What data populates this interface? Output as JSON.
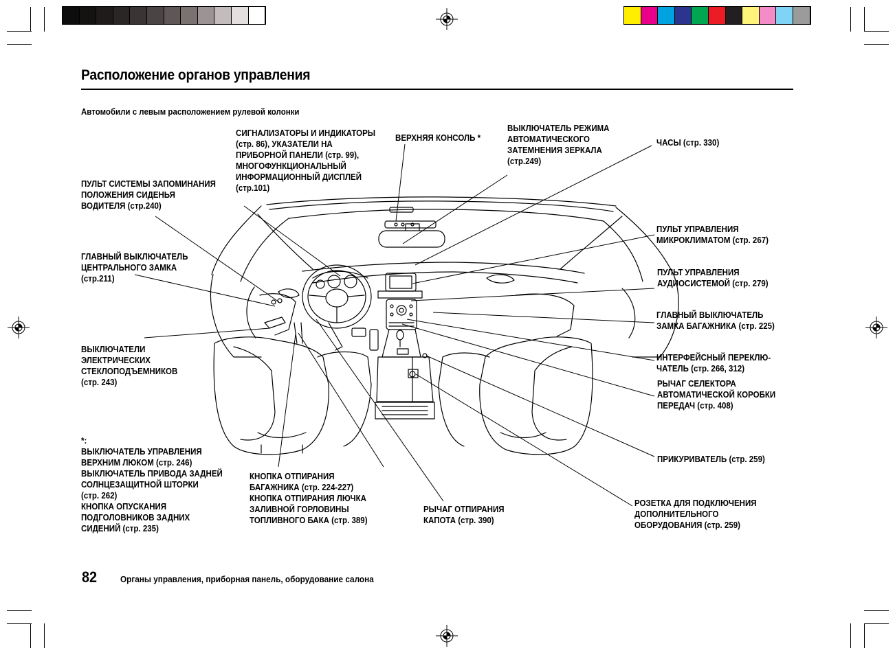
{
  "page": {
    "title": "Расположение органов управления",
    "subtitle": "Автомобили с левым расположением рулевой колонки",
    "page_number": "82",
    "footer": "Органы управления, приборная панель, оборудование салона"
  },
  "color_bars": {
    "grayscale": [
      "#0d0d0d",
      "#151212",
      "#1f1b1b",
      "#2b2626",
      "#3a3434",
      "#4b4444",
      "#5f5757",
      "#7a7171",
      "#9c9494",
      "#c2bcbc",
      "#e4dfdf",
      "#ffffff"
    ],
    "process": [
      "#ffee00",
      "#e8008a",
      "#00a3e0",
      "#2b3590",
      "#00a650",
      "#ec1c24",
      "#231f20",
      "#fff57a",
      "#f48cc8",
      "#7fd3f5",
      "#9b9b9b"
    ]
  },
  "callouts": {
    "indicators": [
      "СИГНАЛИЗАТОРЫ И ИНДИКАТОРЫ",
      "(стр. 86), УКАЗАТЕЛИ НА",
      "ПРИБОРНОЙ ПАНЕЛИ (стр. 99),",
      "МНОГОФУНКЦИОНАЛЬНЫЙ",
      "ИНФОРМАЦИОННЫЙ ДИСПЛЕЙ",
      "(стр.101)"
    ],
    "overhead_console": [
      "ВЕРХНЯЯ КОНСОЛЬ *"
    ],
    "auto_dimming_mirror": [
      "ВЫКЛЮЧАТЕЛЬ РЕЖИМА",
      "АВТОМАТИЧЕСКОГО",
      "ЗАТЕМНЕНИЯ ЗЕРКАЛА",
      "(стр.249)"
    ],
    "clock": [
      "ЧАСЫ (стр. 330)"
    ],
    "seat_memory": [
      "ПУЛЬТ СИСТЕМЫ ЗАПОМИНАНИЯ",
      "ПОЛОЖЕНИЯ СИДЕНЬЯ",
      "ВОДИТЕЛЯ (стр.240)"
    ],
    "climate_control": [
      "ПУЛЬТ УПРАВЛЕНИЯ",
      "МИКРОКЛИМАТОМ (стр. 267)"
    ],
    "master_door_lock": [
      "ГЛАВНЫЙ ВЫКЛЮЧАТЕЛЬ",
      "ЦЕНТРАЛЬНОГО ЗАМКА",
      "(стр.211)"
    ],
    "audio_system": [
      "ПУЛЬТ УПРАВЛЕНИЯ",
      "АУДИОСИСТЕМОЙ (стр. 279)"
    ],
    "trunk_main_switch": [
      "ГЛАВНЫЙ ВЫКЛЮЧАТЕЛЬ",
      "ЗАМКА БАГАЖНИКА (стр. 225)"
    ],
    "power_windows": [
      "ВЫКЛЮЧАТЕЛИ",
      "ЭЛЕКТРИЧЕСКИХ",
      "СТЕКЛОПОДЪЕМНИКОВ",
      "(стр. 243)"
    ],
    "interface_selector": [
      "ИНТЕРФЕЙСНЫЙ ПЕРЕКЛЮ-",
      "ЧАТЕЛЬ (стр. 266, 312)"
    ],
    "shift_lever": [
      "РЫЧАГ СЕЛЕКТОРА",
      "АВТОМАТИЧЕСКОЙ КОРОБКИ",
      "ПЕРЕДАЧ (стр. 408)"
    ],
    "cigarette_lighter": [
      "ПРИКУРИВАТЕЛЬ (стр. 259)"
    ],
    "optional_items": [
      "*:",
      "ВЫКЛЮЧАТЕЛЬ УПРАВЛЕНИЯ",
      "ВЕРХНИМ ЛЮКОМ (стр. 246)",
      "ВЫКЛЮЧАТЕЛЬ ПРИВОДА ЗАДНЕЙ",
      "СОЛНЦЕЗАЩИТНОЙ ШТОРКИ",
      "(стр. 262)",
      "КНОПКА ОПУСКАНИЯ",
      "ПОДГОЛОВНИКОВ ЗАДНИХ",
      "СИДЕНИЙ (стр. 235)"
    ],
    "trunk_fuel_release": [
      "КНОПКА ОТПИРАНИЯ",
      "БАГАЖНИКА (стр. 224-227)",
      "КНОПКА ОТПИРАНИЯ ЛЮЧКА",
      "ЗАЛИВНОЙ ГОРЛОВИНЫ",
      "ТОПЛИВНОГО БАКА (стр. 389)"
    ],
    "hood_release": [
      "РЫЧАГ ОТПИРАНИЯ",
      "КАПОТА (стр. 390)"
    ],
    "accessory_socket": [
      "РОЗЕТКА ДЛЯ ПОДКЛЮЧЕНИЯ",
      "ДОПОЛНИТЕЛЬНОГО",
      "ОБОРУДОВАНИЯ (стр. 259)"
    ]
  }
}
